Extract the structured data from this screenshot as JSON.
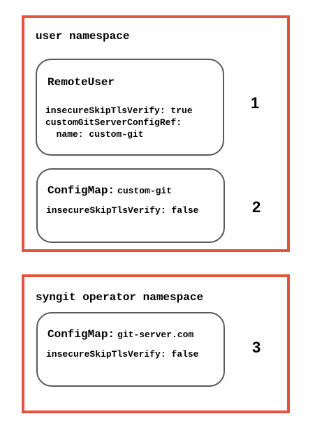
{
  "user_namespace": {
    "title": "user namespace",
    "remote_user": {
      "title": "RemoteUser",
      "lines": [
        "insecureSkipTlsVerify: true",
        "customGitServerConfigRef:",
        "  name: custom-git"
      ]
    },
    "configmap": {
      "title": "ConfigMap:",
      "name": "custom-git",
      "lines": [
        "insecureSkipTlsVerify: false"
      ]
    },
    "markers": [
      "1",
      "2"
    ]
  },
  "operator_namespace": {
    "title": "syngit operator namespace",
    "configmap": {
      "title": "ConfigMap:",
      "name": "git-server.com",
      "lines": [
        "insecureSkipTlsVerify: false"
      ]
    },
    "markers": [
      "3"
    ]
  },
  "colors": {
    "namespace_border": "#e5533d",
    "resource_border": "#595959"
  }
}
